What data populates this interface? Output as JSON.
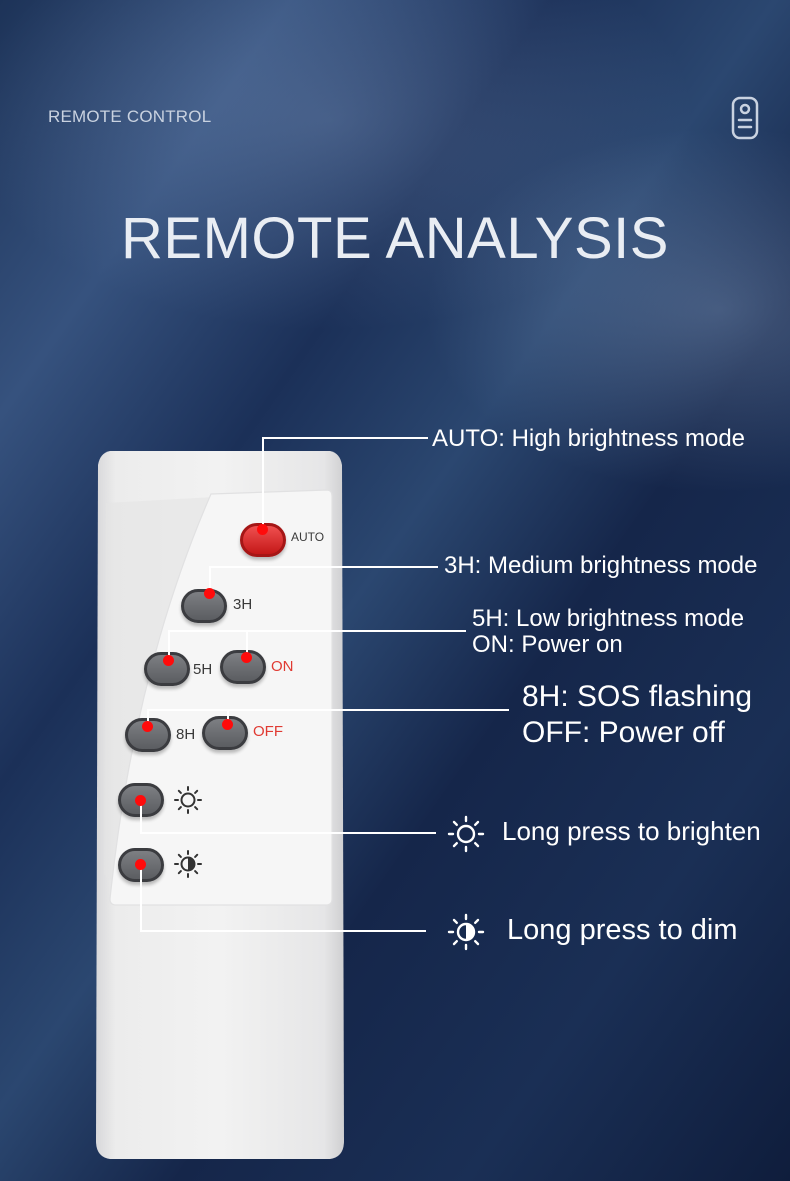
{
  "header": {
    "small_title": "REMOTE CONTROL",
    "big_title": "REMOTE ANALYSIS"
  },
  "remote": {
    "buttons": {
      "auto": "AUTO",
      "h3": "3H",
      "h5": "5H",
      "on": "ON",
      "h8": "8H",
      "off": "OFF"
    },
    "brighten_icon": "sun-outline-icon",
    "dim_icon": "sun-half-filled-icon"
  },
  "annotations": {
    "auto": "AUTO: High brightness mode",
    "h3": "3H: Medium brightness mode",
    "h5": "5H: Low brightness mode",
    "on": "ON: Power on",
    "h8": "8H: SOS flashing",
    "off": "OFF: Power off",
    "brighten": "Long press to brighten",
    "dim": "Long press to dim"
  },
  "colors": {
    "indicator_dot": "#ff0b0b",
    "auto_button": "#d92626",
    "off_on_label": "#e03a32"
  }
}
